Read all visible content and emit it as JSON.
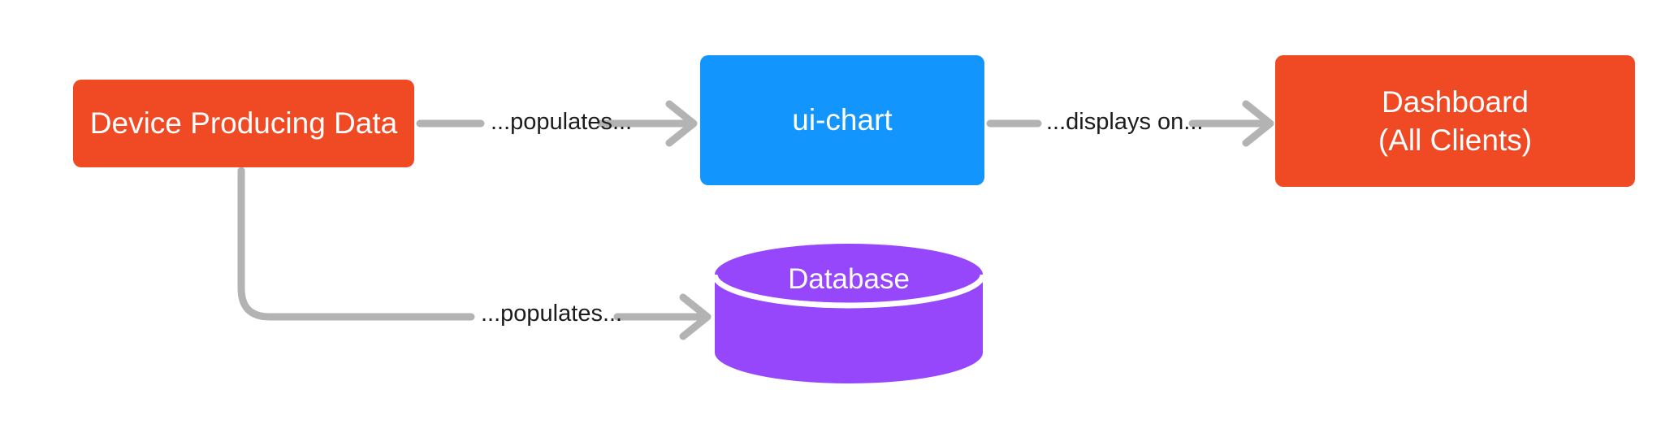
{
  "diagram": {
    "type": "flowchart",
    "direction": "left-to-right",
    "background_color": "#ffffff",
    "edge_color": "#b3b3b3",
    "edge_label_color": "#1c1c1c",
    "nodes": [
      {
        "id": "device",
        "label": "Device Producing Data",
        "shape": "rounded-rectangle",
        "color": "#f04a25",
        "text_color": "#ffffff"
      },
      {
        "id": "ui-chart",
        "label": "ui-chart",
        "shape": "rounded-rectangle",
        "color": "#1295fc",
        "text_color": "#ffffff"
      },
      {
        "id": "dashboard",
        "label": "Dashboard\n(All Clients)",
        "shape": "rounded-rectangle",
        "color": "#f04a25",
        "text_color": "#ffffff"
      },
      {
        "id": "database",
        "label": "Database",
        "shape": "cylinder",
        "color": "#9747fb",
        "text_color": "#ffffff"
      }
    ],
    "edges": [
      {
        "id": "device-to-ui-chart",
        "from": "device",
        "to": "ui-chart",
        "label": "...populates...",
        "style": "straight-arrow"
      },
      {
        "id": "ui-chart-to-dashboard",
        "from": "ui-chart",
        "to": "dashboard",
        "label": "...displays on...",
        "style": "straight-arrow"
      },
      {
        "id": "device-to-database",
        "from": "device",
        "to": "database",
        "label": "...populates...",
        "style": "elbow-arrow"
      }
    ]
  }
}
